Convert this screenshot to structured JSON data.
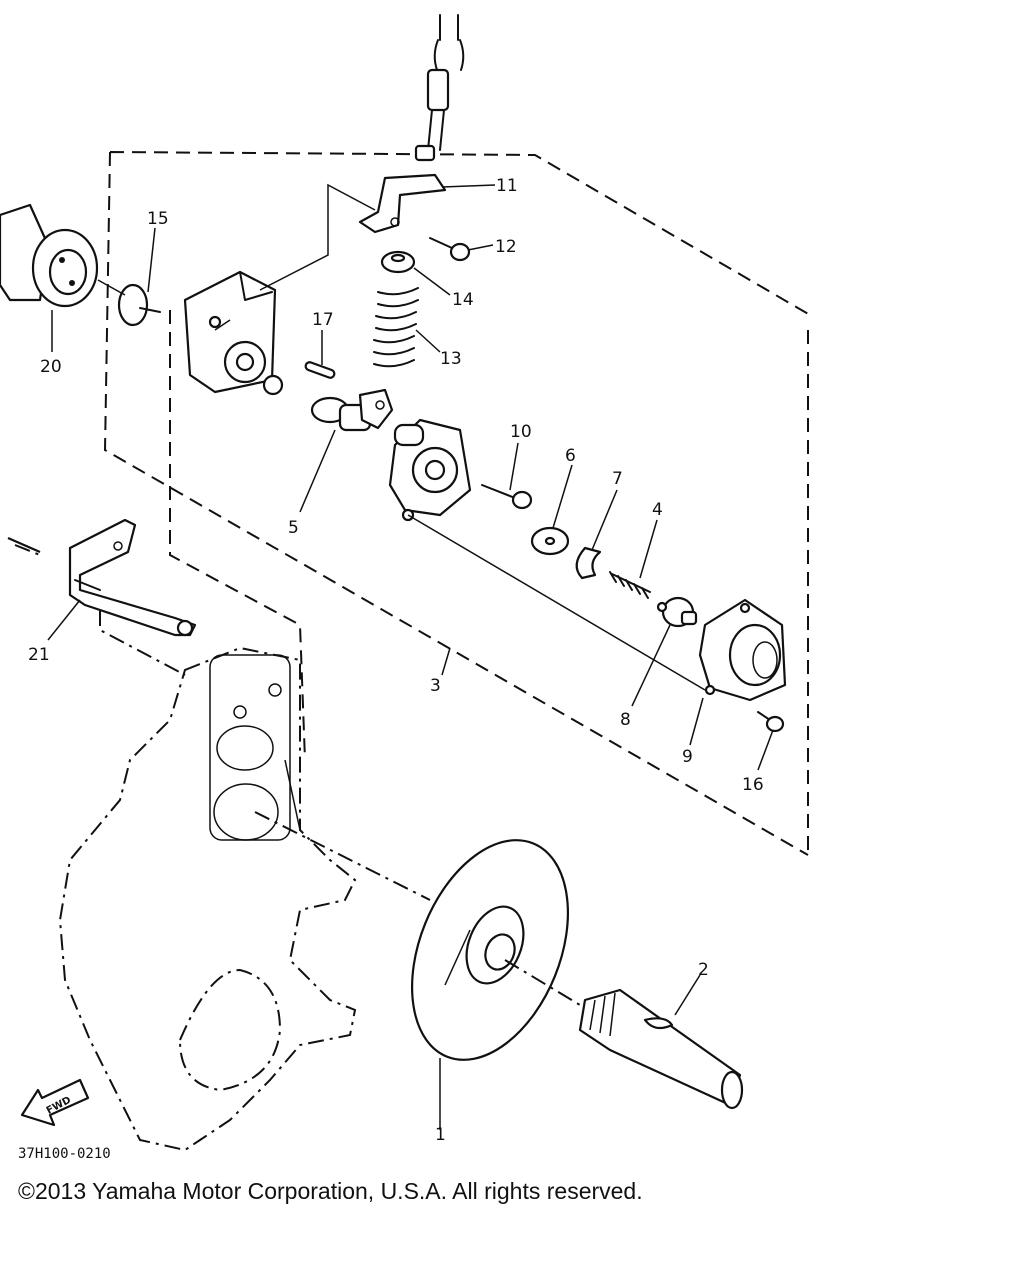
{
  "diagram": {
    "callouts": [
      {
        "id": "1",
        "text": "1"
      },
      {
        "id": "2",
        "text": "2"
      },
      {
        "id": "3",
        "text": "3"
      },
      {
        "id": "4",
        "text": "4"
      },
      {
        "id": "5",
        "text": "5"
      },
      {
        "id": "6",
        "text": "6"
      },
      {
        "id": "7",
        "text": "7"
      },
      {
        "id": "8",
        "text": "8"
      },
      {
        "id": "9",
        "text": "9"
      },
      {
        "id": "10",
        "text": "10"
      },
      {
        "id": "11",
        "text": "11"
      },
      {
        "id": "12",
        "text": "12"
      },
      {
        "id": "13",
        "text": "13"
      },
      {
        "id": "14",
        "text": "14"
      },
      {
        "id": "15",
        "text": "15"
      },
      {
        "id": "16",
        "text": "16"
      },
      {
        "id": "17",
        "text": "17"
      },
      {
        "id": "20",
        "text": "20"
      },
      {
        "id": "21",
        "text": "21"
      }
    ],
    "fwd_label": "FWD",
    "drawing_code": "37H100-0210",
    "copyright": "©2013 Yamaha Motor Corporation, U.S.A. All rights reserved."
  }
}
